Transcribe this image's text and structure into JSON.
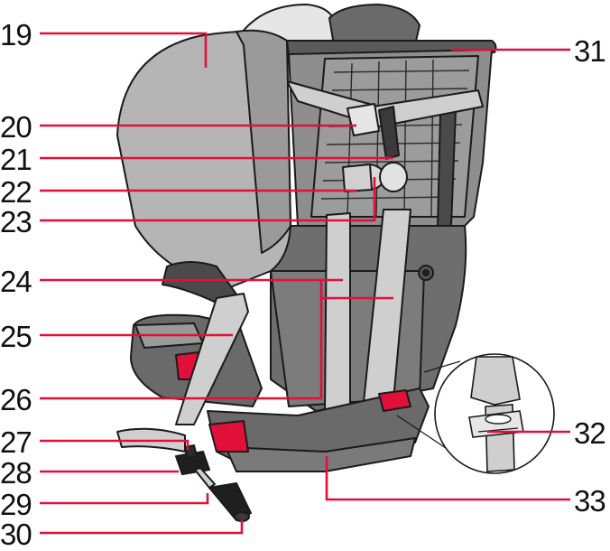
{
  "callouts": {
    "c19": "19",
    "c20": "20",
    "c21": "21",
    "c22": "22",
    "c23": "23",
    "c24": "24",
    "c25": "25",
    "c26": "26",
    "c27": "27",
    "c28": "28",
    "c29": "29",
    "c30": "30",
    "c31": "31",
    "c32": "32",
    "c33": "33"
  },
  "colors": {
    "leader": "#e1103a",
    "shell_light": "#b8b8b8",
    "shell_mid": "#8f8f8f",
    "shell_dark": "#5c5c5c",
    "belt": "#cfcfcf",
    "accent_red": "#e1103a",
    "outline": "#1a1a1a"
  },
  "icons": [
    "car-seat-illustration",
    "belt-clip-detail-inset"
  ]
}
